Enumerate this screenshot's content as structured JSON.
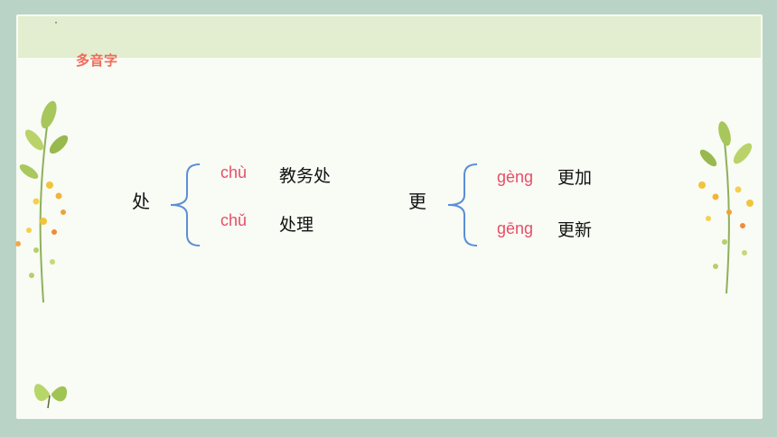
{
  "title": "多音字",
  "groups": [
    {
      "char": "处",
      "readings": [
        {
          "pinyin": "chù",
          "word": "教务处"
        },
        {
          "pinyin": "chǔ",
          "word": "处理"
        }
      ]
    },
    {
      "char": "更",
      "readings": [
        {
          "pinyin": "gèng",
          "word": "更加"
        },
        {
          "pinyin": "gēng",
          "word": "更新"
        }
      ]
    }
  ],
  "colors": {
    "frame": "#b9d4c7",
    "header": "#e3edcf",
    "title": "#f06b5a",
    "pinyin": "#e64f66",
    "brace": "#5b8fd6"
  },
  "icons": [
    "leaf-sprig-icon",
    "butterfly-icon",
    "flower-sprig-icon"
  ]
}
